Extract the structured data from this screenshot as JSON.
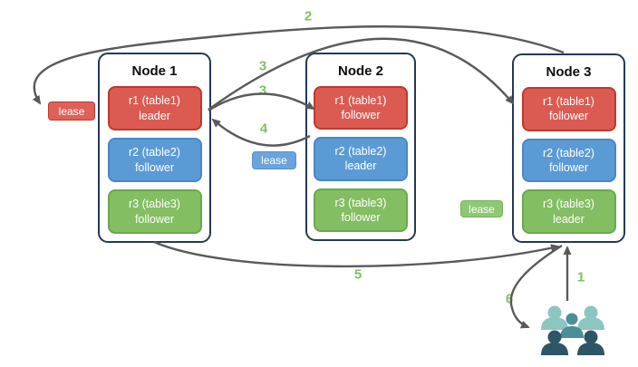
{
  "nodes": [
    {
      "title": "Node 1",
      "replicas": [
        {
          "name": "r1 (table1)",
          "role": "leader",
          "color": "#DB5B53"
        },
        {
          "name": "r2 (table2)",
          "role": "follower",
          "color": "#5B9BD5"
        },
        {
          "name": "r3 (table3)",
          "role": "follower",
          "color": "#83BE63"
        }
      ]
    },
    {
      "title": "Node 2",
      "replicas": [
        {
          "name": "r1 (table1)",
          "role": "follower",
          "color": "#DB5B53"
        },
        {
          "name": "r2 (table2)",
          "role": "leader",
          "color": "#5B9BD5"
        },
        {
          "name": "r3 (table3)",
          "role": "follower",
          "color": "#83BE63"
        }
      ]
    },
    {
      "title": "Node 3",
      "replicas": [
        {
          "name": "r1 (table1)",
          "role": "follower",
          "color": "#DB5B53"
        },
        {
          "name": "r2 (table2)",
          "role": "follower",
          "color": "#5B9BD5"
        },
        {
          "name": "r3 (table3)",
          "role": "leader",
          "color": "#83BE63"
        }
      ]
    }
  ],
  "leases": [
    {
      "label": "lease",
      "color": "#DF6059"
    },
    {
      "label": "lease",
      "color": "#6BA4DC"
    },
    {
      "label": "lease",
      "color": "#8FC873"
    }
  ],
  "steps": {
    "s1": "1",
    "s2": "2",
    "s3a": "3",
    "s3b": "3",
    "s4": "4",
    "s5": "5",
    "s6": "6"
  },
  "icons": {
    "users": "users-icon"
  },
  "colors": {
    "node_border": "#23395B",
    "arrow": "#5A5A5A",
    "step_label": "#7DC25F",
    "red_fill": "#DB5B53",
    "red_border": "#C0392B",
    "blue_fill": "#5B9BD5",
    "blue_border": "#4A86C5",
    "green_fill": "#83BE63",
    "green_border": "#6BA84D",
    "users_light": "#8BC6C0",
    "users_mid": "#4A8E96",
    "users_dark": "#2C5566"
  }
}
